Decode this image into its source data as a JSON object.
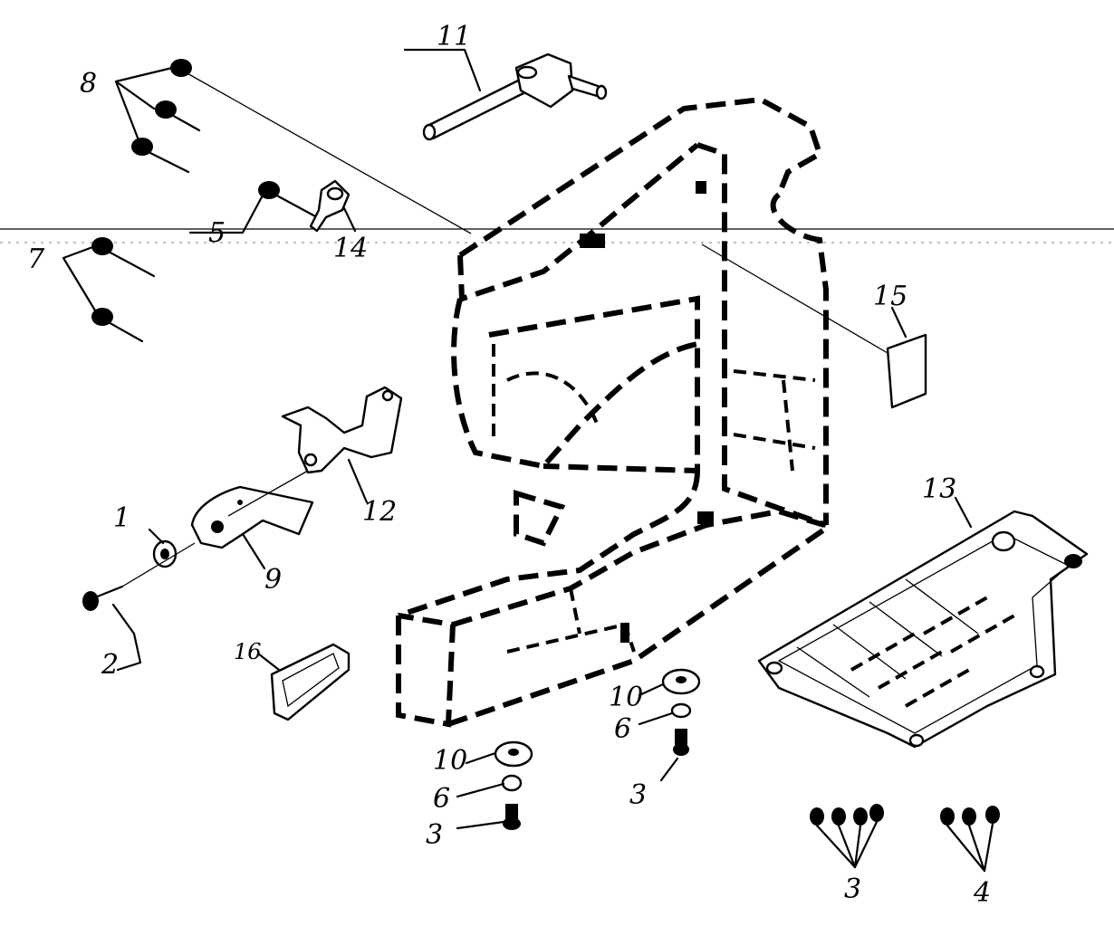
{
  "labels": {
    "p1": "1",
    "p2": "2",
    "p3a": "3",
    "p3b": "3",
    "p3c": "3",
    "p4": "4",
    "p5": "5",
    "p6a": "6",
    "p6b": "6",
    "p7": "7",
    "p8": "8",
    "p9": "9",
    "p10a": "10",
    "p10b": "10",
    "p11": "11",
    "p12": "12",
    "p13": "13",
    "p14": "14",
    "p15": "15",
    "p16": "16"
  }
}
